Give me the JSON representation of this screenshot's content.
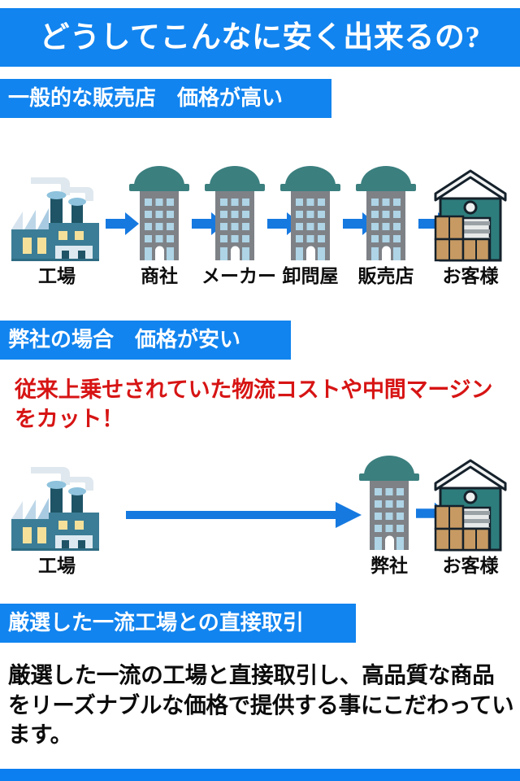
{
  "title": {
    "text": "どうしてこんなに安く出来るの?",
    "background": "#1184ef",
    "color": "#ffffff"
  },
  "sections": [
    {
      "id": "typical-retailer",
      "header": "一般的な販売店　価格が高い",
      "header_background": "#1184ef"
    },
    {
      "id": "our-company",
      "header": "弊社の場合　価格が安い",
      "header_background": "#1184ef",
      "note": "従来上乗せされていた物流コストや中間マージンをカット！",
      "note_color": "#d71414"
    },
    {
      "id": "direct-trade",
      "header": "厳選した一流工場との直接取引",
      "header_background": "#1184ef",
      "body": "厳選した一流の工場と直接取引し、高品質な商品をリーズナブルな価格で提供する事にこだわっています。"
    }
  ],
  "flows": [
    {
      "id": "retail-supply-chain",
      "nodes": [
        {
          "icon": "factory-icon",
          "label": "工場"
        },
        {
          "icon": "building-icon",
          "label": "商社"
        },
        {
          "icon": "building-icon",
          "label": "メーカー"
        },
        {
          "icon": "building-icon",
          "label": "卸問屋"
        },
        {
          "icon": "building-icon",
          "label": "販売店"
        },
        {
          "icon": "warehouse-icon",
          "label": "お客様"
        }
      ],
      "arrow_count": 5,
      "arrow_style": "short"
    },
    {
      "id": "direct-supply-chain",
      "nodes": [
        {
          "icon": "factory-icon",
          "label": "工場"
        },
        {
          "icon": "building-icon",
          "label": "弊社"
        },
        {
          "icon": "warehouse-icon",
          "label": "お客様"
        }
      ],
      "arrow_count": 2,
      "arrow_style": "long-then-short"
    }
  ],
  "colors": {
    "brand_blue": "#1184ef",
    "arrow_blue": "#1679e0",
    "red": "#d71414",
    "teal_dome": "#3c7f7f",
    "building_gray": "#7e8287",
    "window_blue": "#aed4e6",
    "factory_body": "#3b7d96",
    "factory_window": "#f5e09a",
    "warehouse_teal": "#2e7d7d",
    "box_tan": "#c79a63"
  },
  "bottom_bar_color": "#0b7ef0"
}
